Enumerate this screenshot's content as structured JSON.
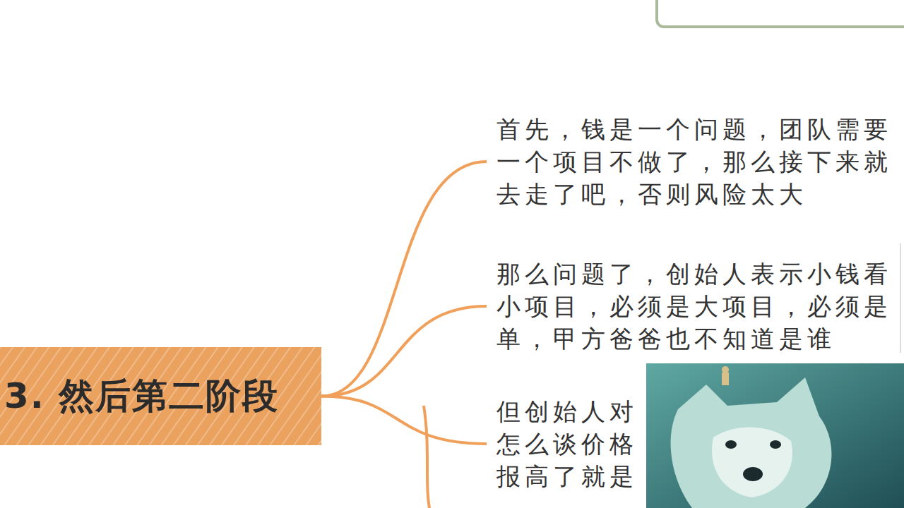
{
  "diagram": {
    "nodes": [
      {
        "text": [
          "3. 然后第二阶段"
        ]
      },
      {
        "text": [
          "首先，钱是一个问题，团队需要一个项目不做了，那么接下来就去走了吧，否则风险太大"
        ]
      },
      {
        "text": [
          "那么问题了，创始人表示小钱看小项目，必须是大项目，必须是单，甲方爸爸也不知道是谁"
        ]
      },
      {
        "text": [
          "但创始人对怎么谈价格报高了就是"
        ]
      }
    ],
    "edges": [
      {
        "from": 0,
        "to": 1,
        "arrow": "none"
      },
      {
        "from": 0,
        "to": 2,
        "arrow": "none"
      },
      {
        "from": 0,
        "to": 3,
        "arrow": "none"
      }
    ]
  }
}
